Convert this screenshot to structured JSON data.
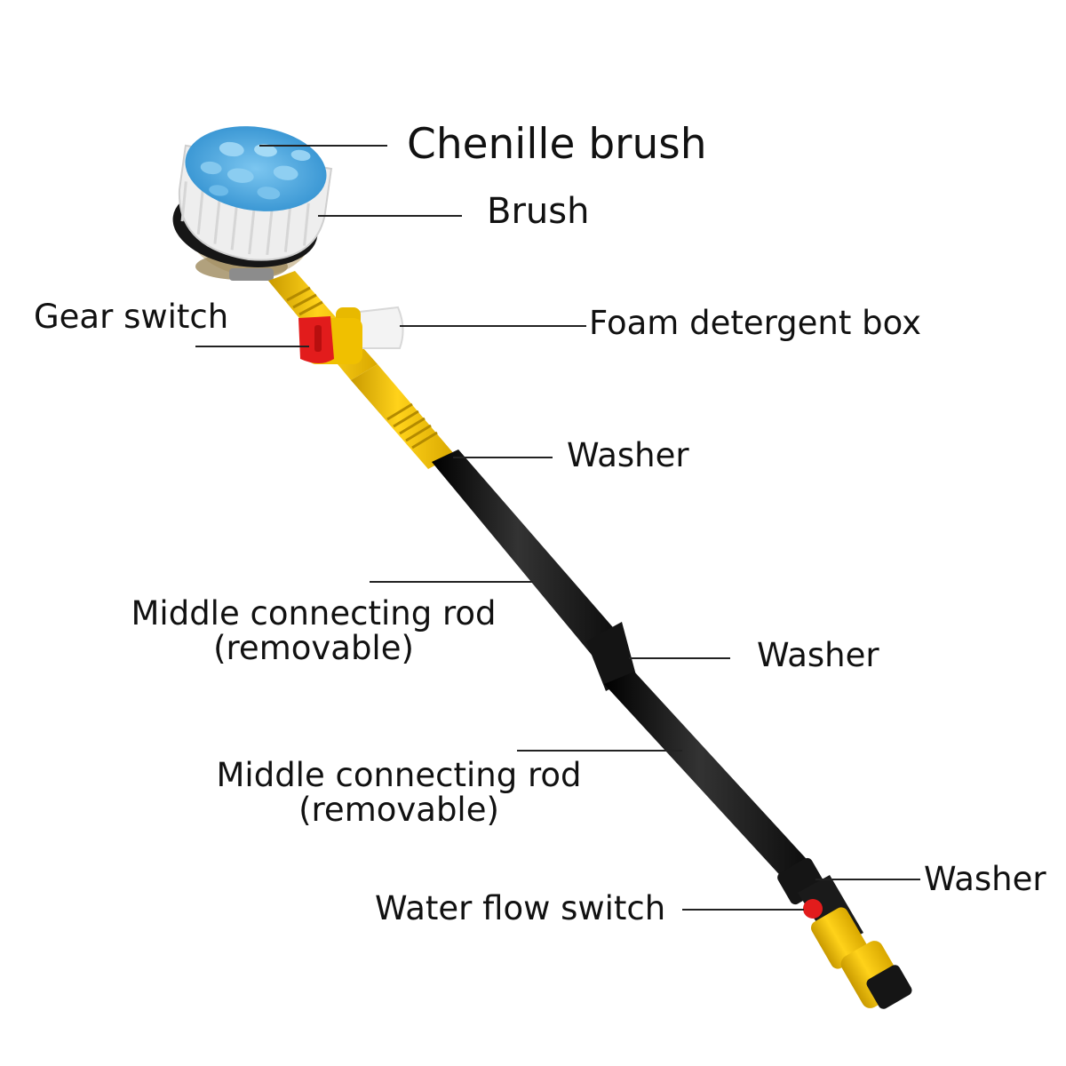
{
  "title": "",
  "labels": {
    "chenille_brush": "Chenille brush",
    "brush": "Brush",
    "gear_switch": "Gear switch",
    "foam_detergent_box": "Foam detergent box",
    "washer_upper": "Washer",
    "middle_rod_upper_line1": "Middle connecting rod",
    "middle_rod_upper_line2": "(removable)",
    "washer_middle": "Washer",
    "middle_rod_lower_line1": "Middle connecting rod",
    "middle_rod_lower_line2": "(removable)",
    "washer_lower": "Washer",
    "water_flow_switch": "Water flow switch"
  },
  "colors": {
    "chenille": "#4aa8e0",
    "bristle_white": "#f2f2f2",
    "handle_yellow": "#f0c000",
    "rod_black": "#1c1c1c",
    "switch_red": "#e02020",
    "foam_box": "#f4f4f4",
    "leader_line": "#222222"
  }
}
